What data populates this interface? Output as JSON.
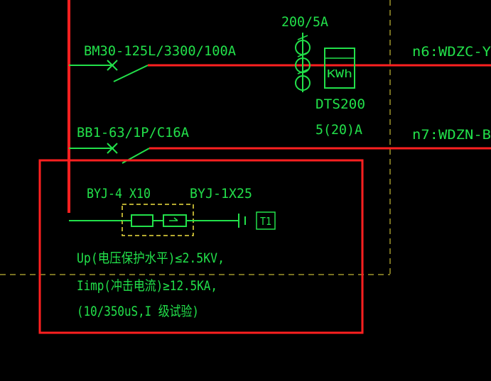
{
  "labels": {
    "breaker_main": "BM30-125L/3300/100A",
    "ct_ratio": "200/5A",
    "meter_unit": "KWh",
    "meter_model": "DTS200",
    "meter_current": "5(20)A",
    "feeder_n6": "n6:WDZC-Y",
    "breaker_branch": "BB1-63/1P/C16A",
    "feeder_n7": "n7:WDZN-B",
    "cable_left": "BYJ-4 X10",
    "cable_right": "BYJ-1X25",
    "ground_tag": "T1",
    "note_line1": "Up(电压保护水平)≤2.5KV,",
    "note_line2": "Iimp(冲击电流)≥12.5KA,",
    "note_line3": "(10/350uS,I 级试验)"
  },
  "colors": {
    "background": "#000000",
    "red": "#ff2020",
    "green": "#22e04a",
    "yellow": "#f0e040"
  }
}
